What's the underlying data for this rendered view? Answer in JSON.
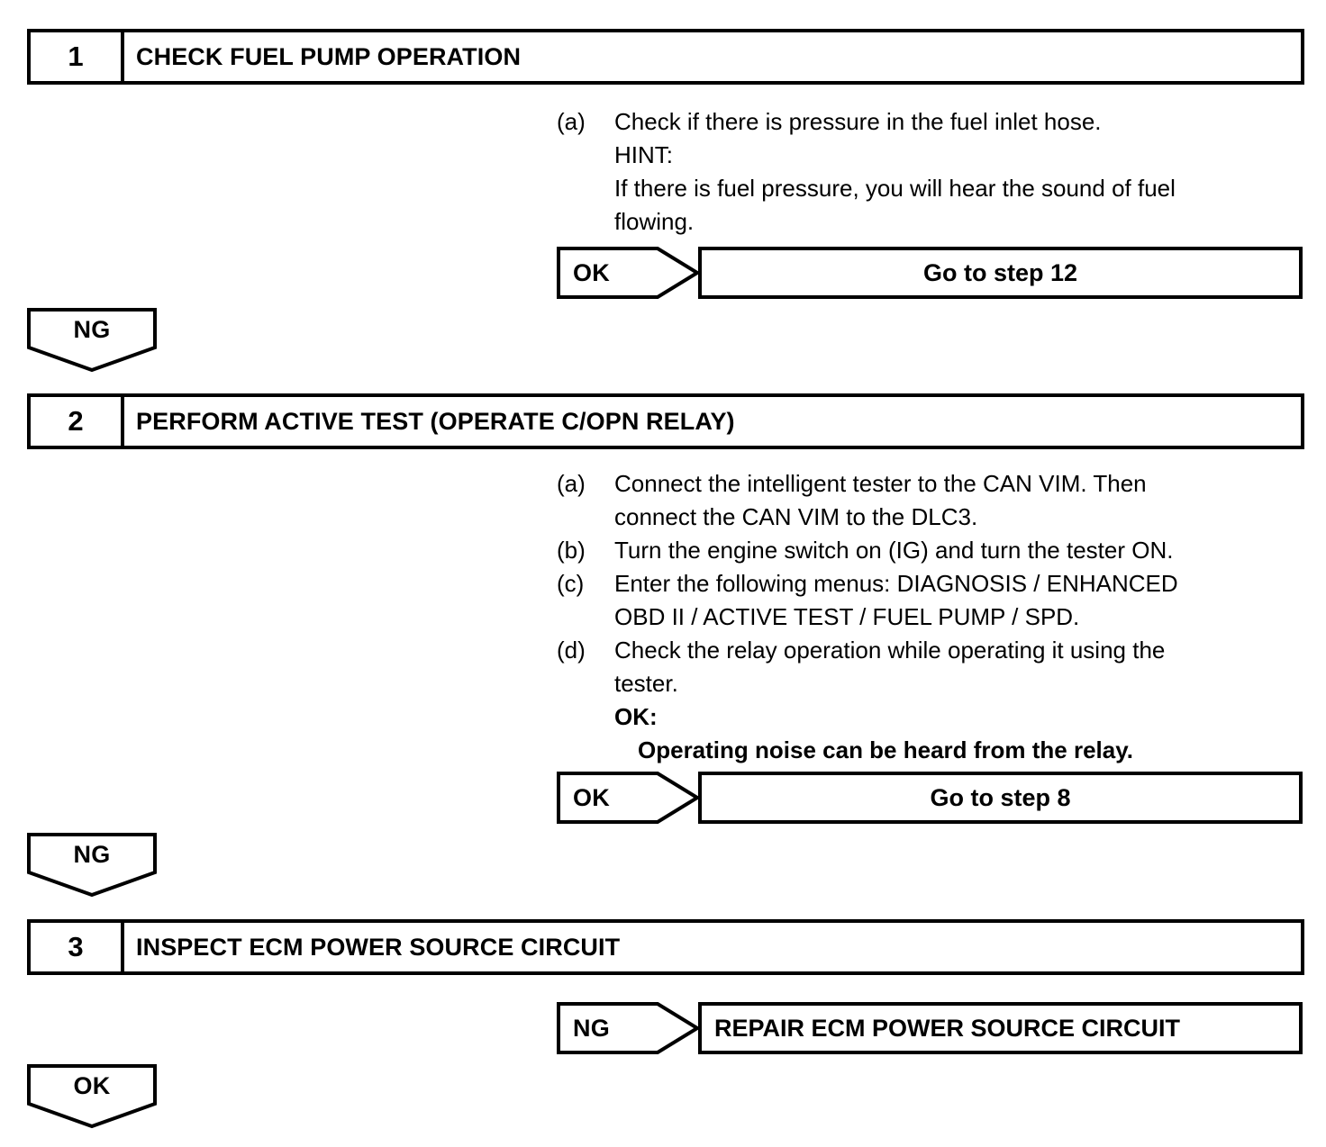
{
  "document": {
    "type": "diagnostic-flowchart",
    "colors": {
      "ink": "#000000",
      "background": "#ffffff"
    }
  },
  "steps": [
    {
      "number": "1",
      "title": "CHECK FUEL PUMP OPERATION",
      "instructions": [
        {
          "label": "(a)",
          "lines": [
            "Check if there is pressure in the fuel inlet hose.",
            "HINT:",
            "If there is fuel pressure, you will hear the sound of fuel",
            "flowing."
          ]
        }
      ],
      "result": {
        "judgement": "OK",
        "action": "Go to step 12",
        "align": "center"
      },
      "connector": "NG"
    },
    {
      "number": "2",
      "title": "PERFORM ACTIVE TEST (OPERATE C/OPN RELAY)",
      "instructions": [
        {
          "label": "(a)",
          "lines": [
            "Connect the intelligent tester to the CAN VIM. Then",
            "connect the CAN VIM to the DLC3."
          ]
        },
        {
          "label": "(b)",
          "lines": [
            "Turn the engine switch on (IG) and turn the tester ON."
          ]
        },
        {
          "label": "(c)",
          "lines": [
            "Enter the following menus: DIAGNOSIS / ENHANCED",
            "OBD II / ACTIVE TEST / FUEL PUMP / SPD."
          ]
        },
        {
          "label": "(d)",
          "lines": [
            "Check the relay operation while operating it using the",
            "tester."
          ],
          "criteria_label": "OK:",
          "criteria_text": "Operating noise can be heard from the relay."
        }
      ],
      "result": {
        "judgement": "OK",
        "action": "Go to step 8",
        "align": "center"
      },
      "connector": "NG"
    },
    {
      "number": "3",
      "title": "INSPECT ECM POWER SOURCE CIRCUIT",
      "instructions": [],
      "result": {
        "judgement": "NG",
        "action": "REPAIR ECM POWER SOURCE CIRCUIT",
        "align": "left"
      },
      "connector": "OK"
    }
  ]
}
